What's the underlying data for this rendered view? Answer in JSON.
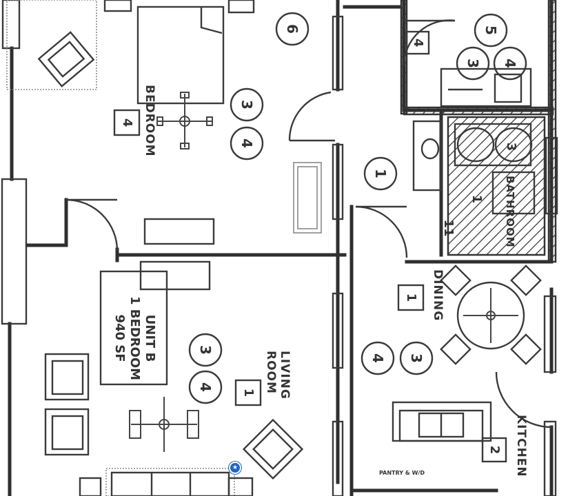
{
  "unit_box": {
    "line1": "UNIT B",
    "line2": "1 BEDROOM",
    "line3": "940 SF"
  },
  "rooms": {
    "bedroom": "BEDROOM",
    "living_room": "LIVING ROOM",
    "dining": "DINING",
    "kitchen": "KITCHEN",
    "bathroom": "BATHROOM",
    "pantry": "PANTRY & W/D"
  },
  "tags": {
    "bedroom_square": "4",
    "bedroom_circle_6": "6",
    "bedroom_circle_3": "3",
    "bedroom_circle_4": "4",
    "hall_circle_1": "1",
    "closet_square": "4",
    "bath_circle_5": "5",
    "bath_circle_3": "3",
    "bath_circle_4": "4",
    "bath_square_1": "1",
    "bath_square_3": "3",
    "bath_label_11": "11",
    "dining_square": "1",
    "dining_circle_4": "4",
    "dining_circle_3": "3",
    "living_circle_3": "3",
    "living_circle_4": "4",
    "living_square": "1",
    "kitchen_square": "2"
  },
  "marker": {
    "color": "#1f66c7"
  }
}
